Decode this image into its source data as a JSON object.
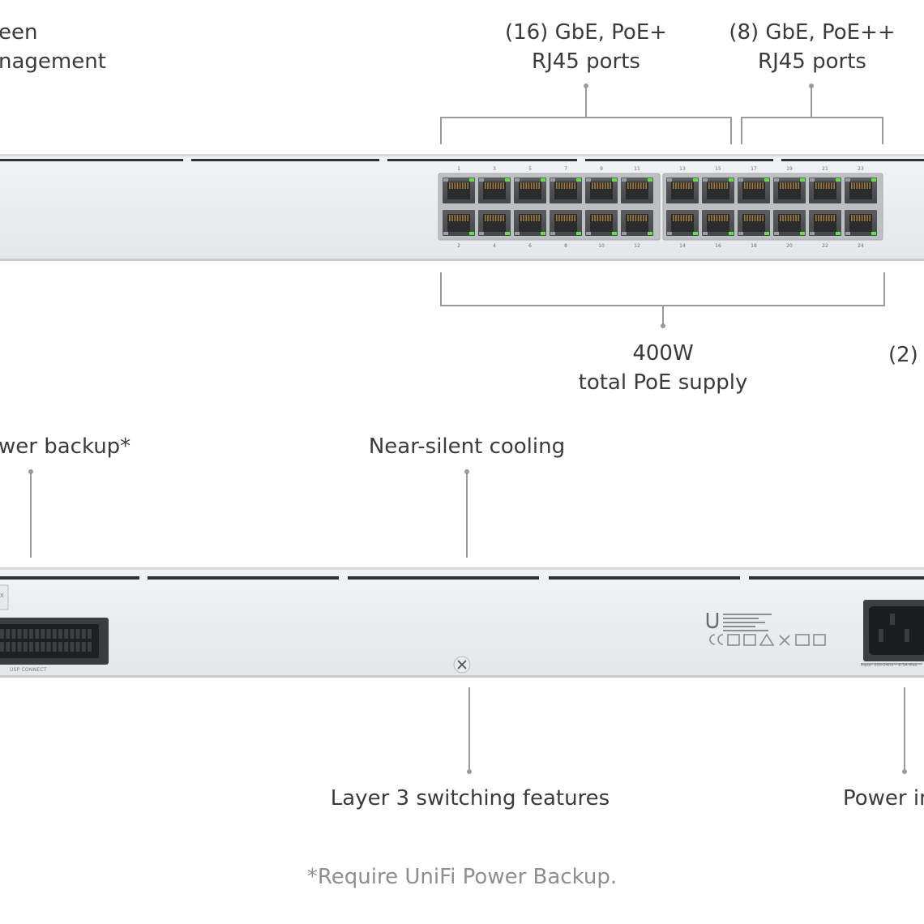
{
  "labels": {
    "screen_mgmt_line1": "een",
    "screen_mgmt_line2": "nagement",
    "poe_plus_line1": "(16) GbE, PoE+",
    "poe_plus_line2": "RJ45 ports",
    "poe_pp_line1": "(8) GbE, PoE++",
    "poe_pp_line2": "RJ45 ports",
    "poe_budget_line1": "400W",
    "poe_budget_line2": "total PoE supply",
    "sfp_partial": "(2)",
    "power_backup": "wer backup*",
    "cooling": "Near-silent cooling",
    "layer3": "Layer 3 switching features",
    "power_input": "Power in",
    "footnote": "*Require UniFi Power Backup."
  },
  "front_panel": {
    "top_port_labels": [
      "1",
      "3",
      "5",
      "7",
      "9",
      "11",
      "13",
      "15",
      "17",
      "19",
      "21",
      "23"
    ],
    "bottom_port_labels": [
      "2",
      "4",
      "6",
      "8",
      "10",
      "12",
      "14",
      "16",
      "18",
      "20",
      "22",
      "24"
    ]
  },
  "rear_panel": {
    "usp_label": "USP CONNECT",
    "input_rating": "Input: 100-240V~ 6.5A Max",
    "port_corner": "X"
  }
}
